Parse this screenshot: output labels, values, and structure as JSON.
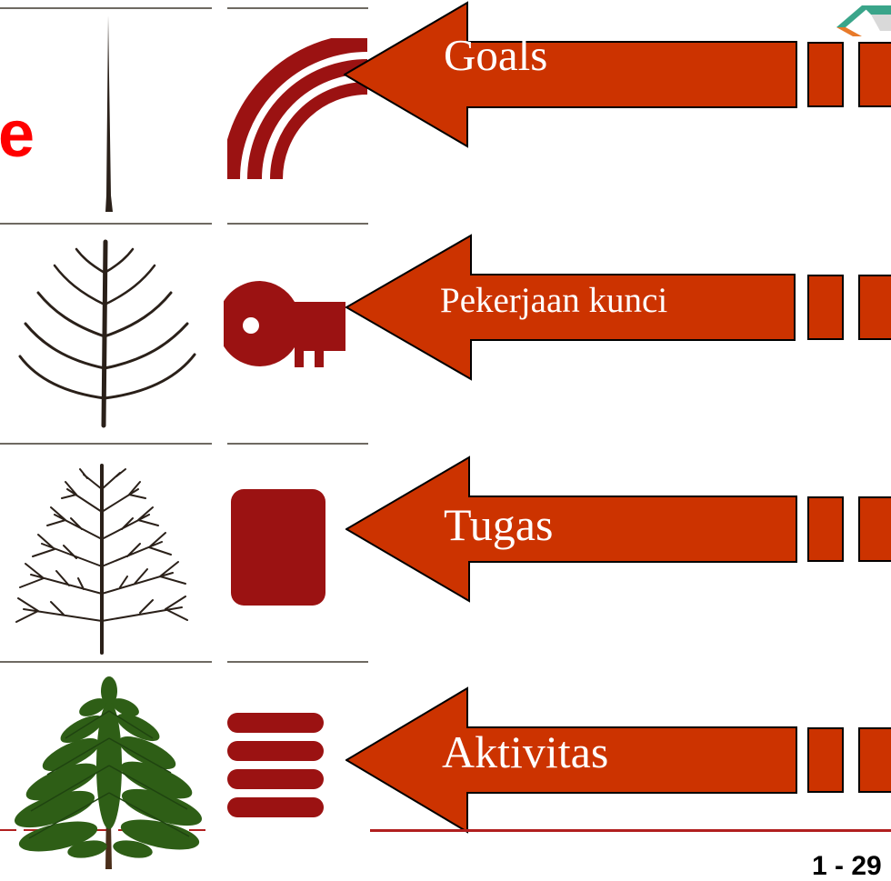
{
  "slide": {
    "heading_fragment": "e",
    "page_number": "1 - 29"
  },
  "hierarchy": [
    {
      "id": "goals",
      "label": "Goals",
      "tree": "bare-trunk",
      "symbol": "rainbow-arcs"
    },
    {
      "id": "key-jobs",
      "label": "Pekerjaan kunci",
      "tree": "sparse-branches",
      "symbol": "key"
    },
    {
      "id": "tasks",
      "label": "Tugas",
      "tree": "branching-twigs",
      "symbol": "rounded-square"
    },
    {
      "id": "activities",
      "label": "Aktivitas",
      "tree": "full-conifer",
      "symbol": "stacked-bars"
    }
  ],
  "colors": {
    "heading": "#ff0000",
    "arrow_fill": "#cc3300",
    "symbol_fill": "#9b1212",
    "tree_stroke": "#2a2019",
    "conifer_green": "#2e5e16",
    "rule": "#6e6a62",
    "bottom_line": "#b11f1f"
  }
}
